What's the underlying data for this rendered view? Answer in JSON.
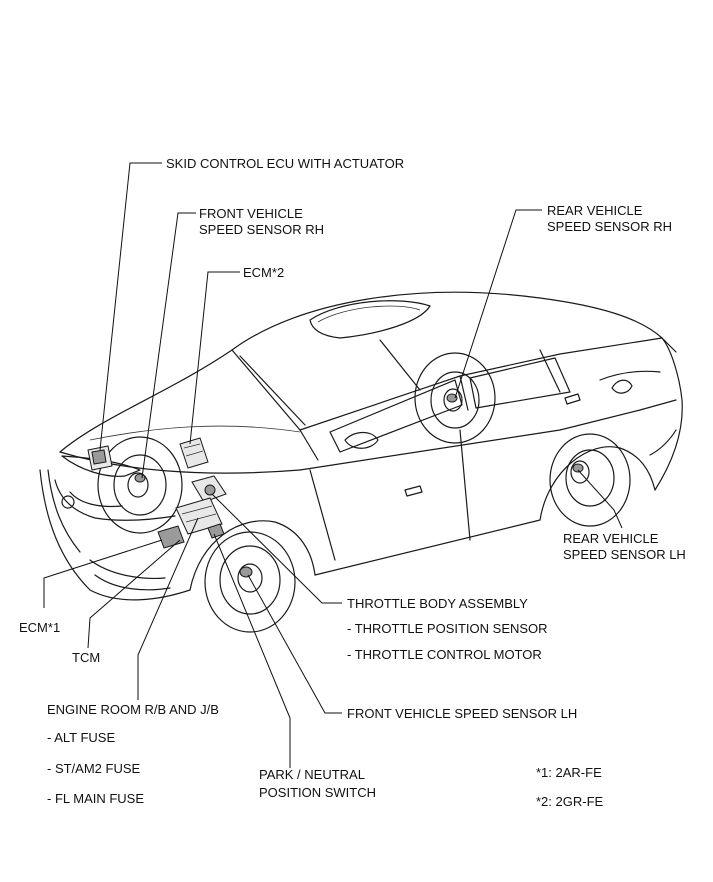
{
  "labels": {
    "skid_control": "SKID CONTROL ECU WITH ACTUATOR",
    "front_rh_1": "FRONT VEHICLE",
    "front_rh_2": "SPEED SENSOR RH",
    "ecm2": "ECM*2",
    "rear_rh_1": "REAR VEHICLE",
    "rear_rh_2": "SPEED SENSOR RH",
    "rear_lh_1": "REAR VEHICLE",
    "rear_lh_2": "SPEED SENSOR LH",
    "throttle_body": "THROTTLE BODY ASSEMBLY",
    "throttle_position": "- THROTTLE POSITION SENSOR",
    "throttle_motor": "- THROTTLE CONTROL MOTOR",
    "front_lh": "FRONT VEHICLE SPEED SENSOR LH",
    "ecm1": "ECM*1",
    "tcm": "TCM",
    "engine_room": "ENGINE ROOM R/B AND J/B",
    "alt_fuse": "- ALT FUSE",
    "st_am2_fuse": "- ST/AM2 FUSE",
    "fl_main_fuse": "- FL MAIN FUSE",
    "park_neutral_1": "PARK / NEUTRAL",
    "park_neutral_2": "POSITION SWITCH",
    "note1": "*1: 2AR-FE",
    "note2": "*2: 2GR-FE"
  }
}
